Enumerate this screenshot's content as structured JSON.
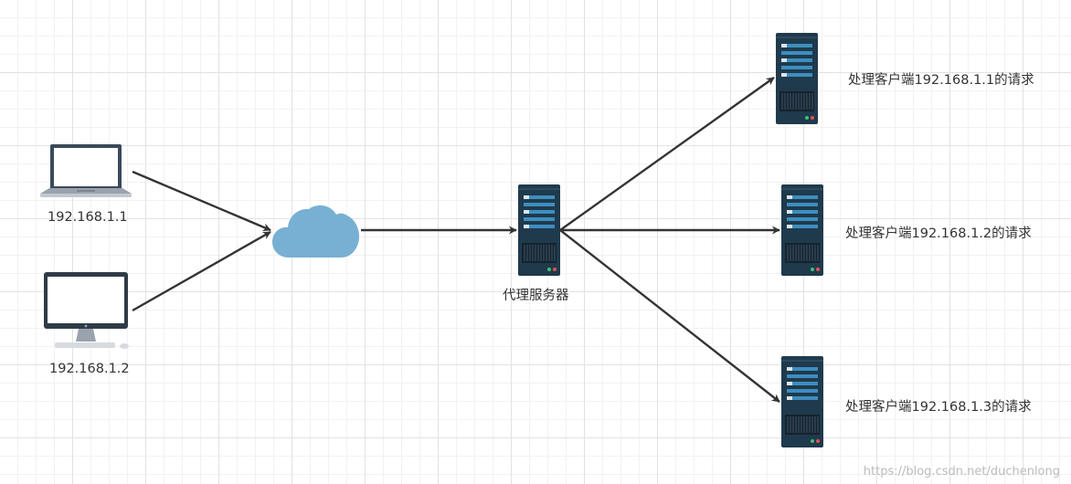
{
  "clients": [
    {
      "label": "192.168.1.1",
      "icon": "laptop-icon"
    },
    {
      "label": "192.168.1.2",
      "icon": "desktop-monitor-icon"
    }
  ],
  "internet": {
    "icon": "cloud-icon"
  },
  "proxy": {
    "label": "代理服务器",
    "icon": "server-icon"
  },
  "backends": [
    {
      "label": "处理客户端192.168.1.1的请求",
      "icon": "server-icon"
    },
    {
      "label": "处理客户端192.168.1.2的请求",
      "icon": "server-icon"
    },
    {
      "label": "处理客户端192.168.1.3的请求",
      "icon": "server-icon"
    }
  ],
  "watermark": "https://blog.csdn.net/duchenlong",
  "colors": {
    "edge": "#333333",
    "cloud": "#78b0d3",
    "server": "#1f3a4c",
    "server_accent": "#3d8ec0"
  }
}
